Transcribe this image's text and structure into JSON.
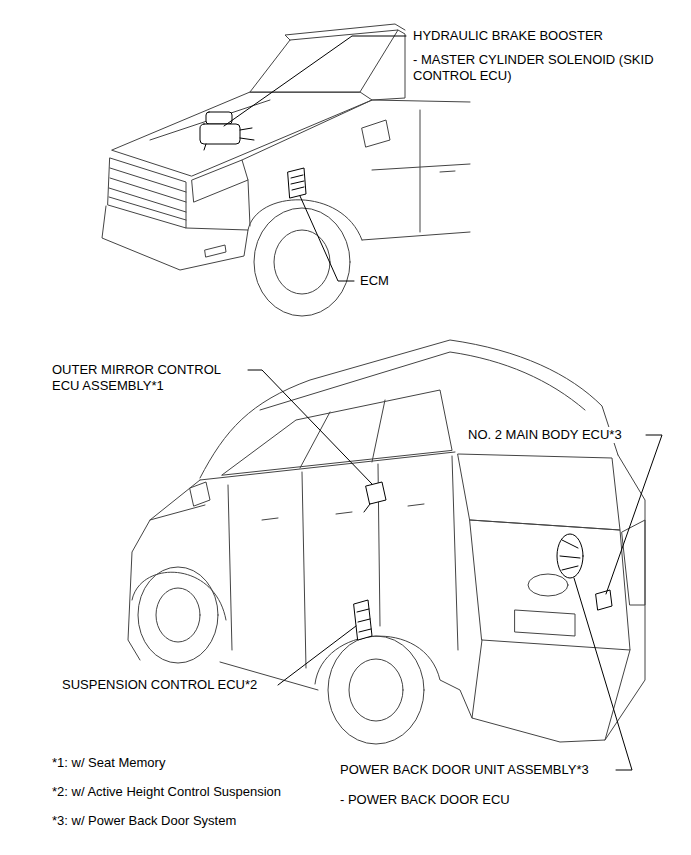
{
  "diagram": {
    "labels": [
      "HYDRAULIC BRAKE BOOSTER",
      "- MASTER CYLINDER SOLENOID (SKID CONTROL ECU)",
      "ECM",
      "OUTER MIRROR CONTROL ECU ASSEMBLY*1",
      "NO. 2 MAIN BODY ECU*3",
      "SUSPENSION CONTROL ECU*2",
      "POWER BACK DOOR UNIT ASSEMBLY*3",
      "- POWER BACK DOOR ECU",
      "*1: w/ Seat Memory",
      "*2: w/ Active Height Control Suspension",
      "*3: w/ Power Back Door System"
    ]
  }
}
